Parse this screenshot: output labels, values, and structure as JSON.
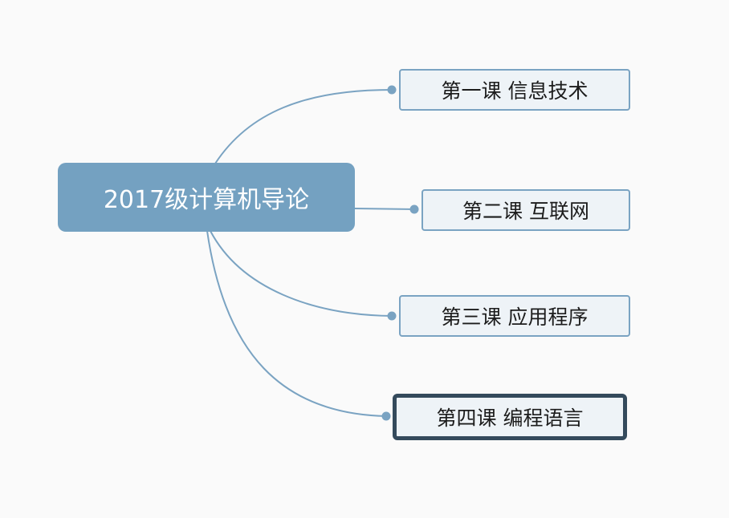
{
  "root": {
    "label": "2017级计算机导论"
  },
  "topics": [
    {
      "label": "第一课 信息技术"
    },
    {
      "label": "第二课 互联网"
    },
    {
      "label": "第三课 应用程序"
    },
    {
      "label": "第四课 编程语言",
      "selected": true
    }
  ],
  "colors": {
    "background": "#fafafa",
    "root_fill": "#74a1c1",
    "topic_fill": "#eef3f7",
    "topic_border": "#7aa3c2",
    "connector": "#7aa3c2",
    "selected_border": "#344a5c"
  }
}
